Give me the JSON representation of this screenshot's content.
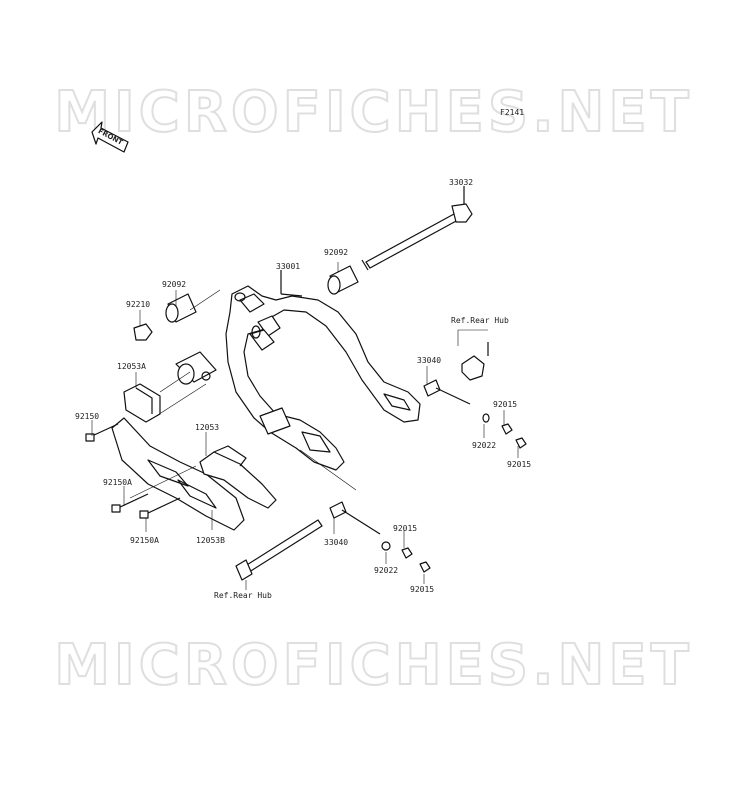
{
  "watermark": {
    "top": "MICROFICHES.NET",
    "bottom": "MICROFICHES.NET"
  },
  "figure_id": "F2141",
  "front_label": "FRONT",
  "parts": {
    "p33032": "33032",
    "p92092_a": "92092",
    "p33001": "33001",
    "p92092_b": "92092",
    "p92210": "92210",
    "p12053A": "12053A",
    "p92150": "92150",
    "p12053": "12053",
    "p92150A_a": "92150A",
    "p92150A_b": "92150A",
    "p12053B": "12053B",
    "ref_rear_hub_top": "Ref.Rear Hub",
    "p33040_a": "33040",
    "p92015_a": "92015",
    "p92022_a": "92022",
    "p92015_b": "92015",
    "p33040_b": "33040",
    "p92015_c": "92015",
    "p92022_b": "92022",
    "p92015_d": "92015",
    "ref_rear_hub_bottom": "Ref.Rear Hub"
  }
}
